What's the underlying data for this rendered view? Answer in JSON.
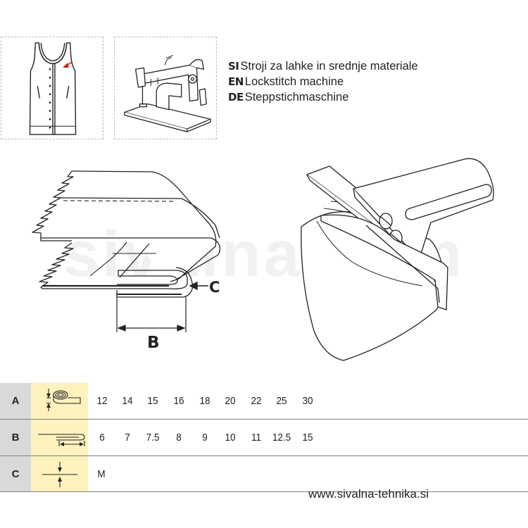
{
  "languages": [
    {
      "code": "SI",
      "text": "Stroji za lahke in srednje materiale"
    },
    {
      "code": "EN",
      "text": "Lockstitch machine"
    },
    {
      "code": "DE",
      "text": "Steppstichmaschine"
    }
  ],
  "diagram_labels": {
    "b": "B",
    "c": "C"
  },
  "watermark": "sivalna.com",
  "table": {
    "rows": [
      {
        "letter": "A",
        "values": [
          "12",
          "14",
          "15",
          "16",
          "18",
          "20",
          "22",
          "25",
          "30"
        ]
      },
      {
        "letter": "B",
        "values": [
          "6",
          "7",
          "7.5",
          "8",
          "9",
          "10",
          "11",
          "12.5",
          "15"
        ]
      },
      {
        "letter": "C",
        "values": [
          "M"
        ]
      }
    ]
  },
  "website": "www.sivalna-tehnika.si"
}
